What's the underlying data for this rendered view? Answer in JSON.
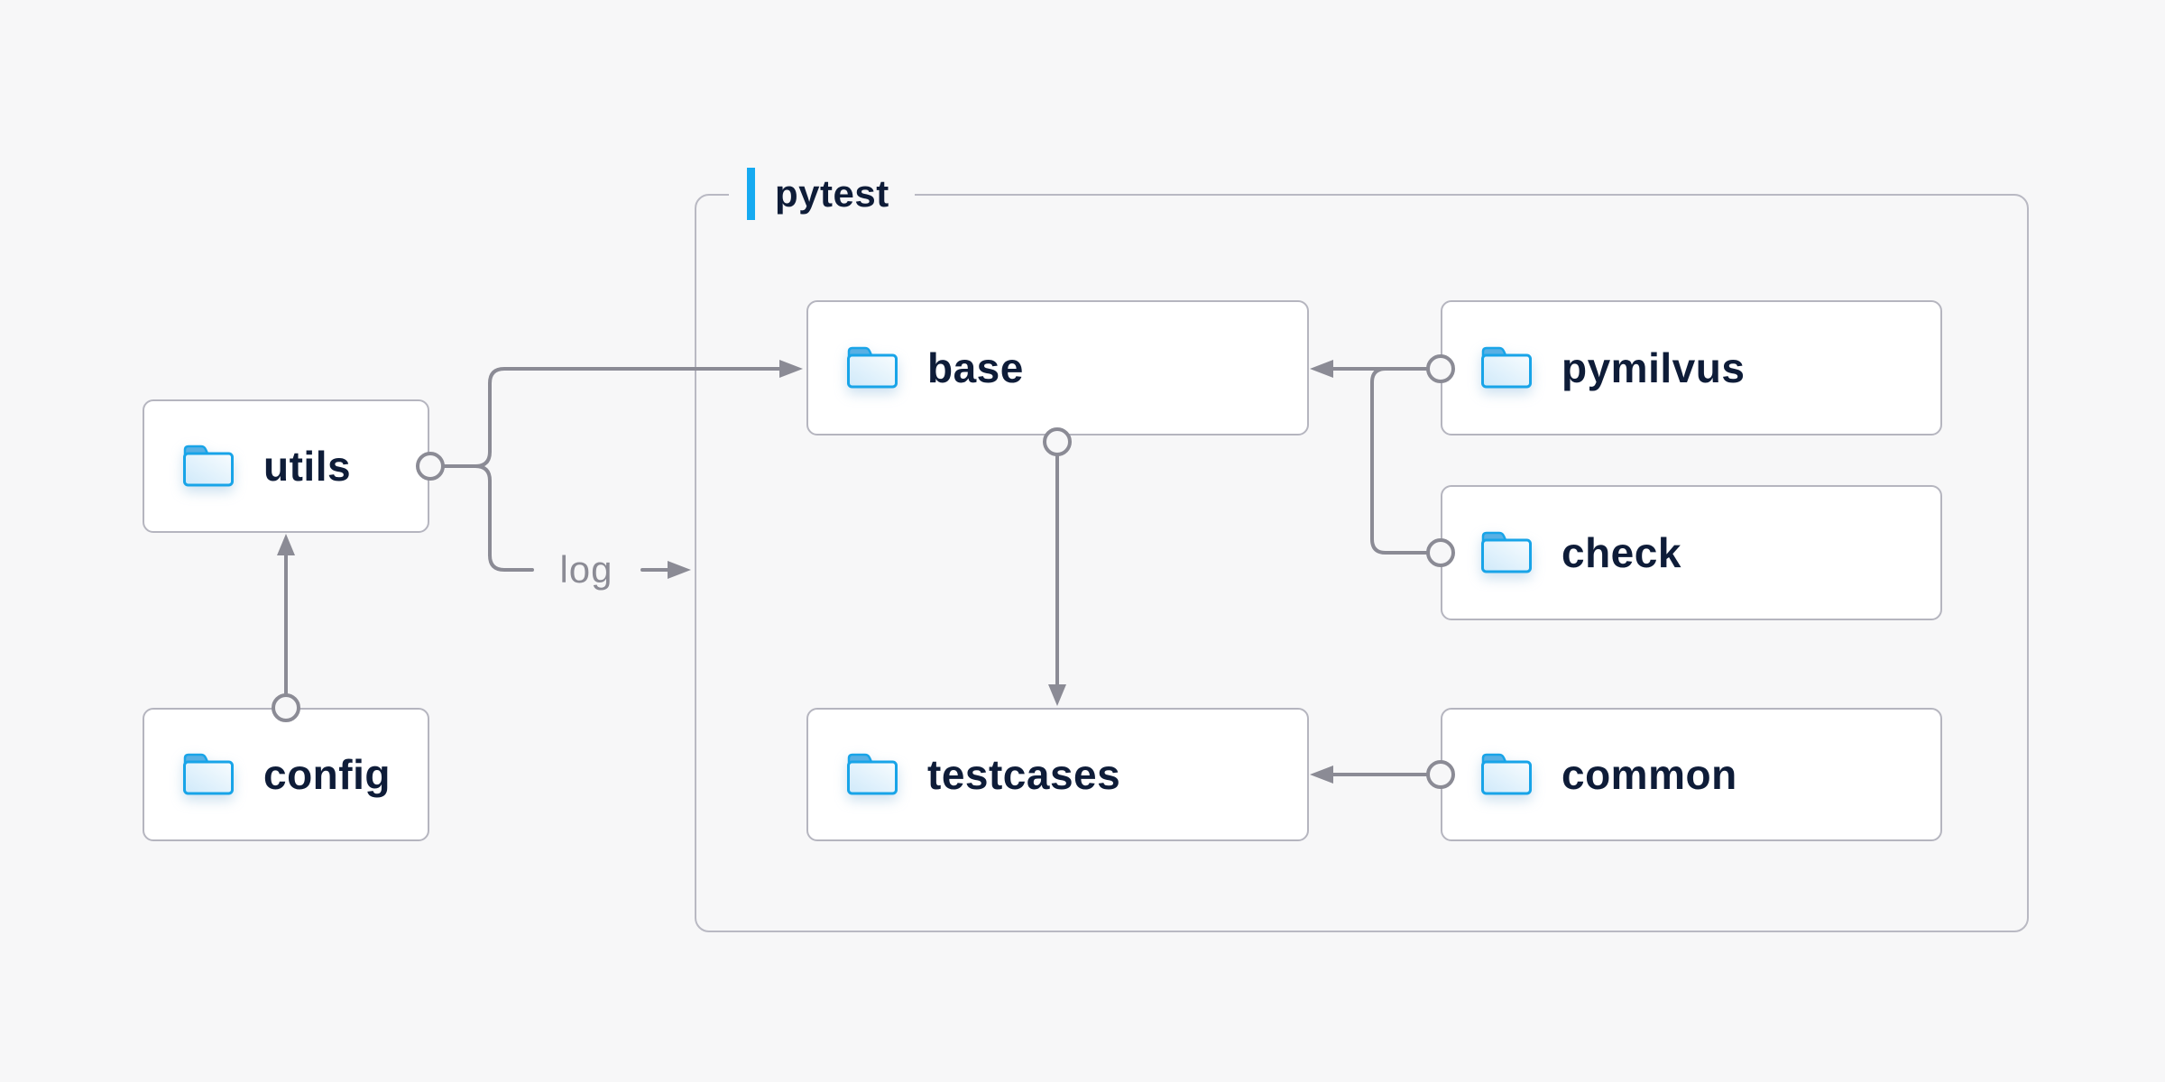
{
  "colors": {
    "page_bg": "#f7f7f8",
    "node_bg": "#ffffff",
    "node_border": "#b5b5bf",
    "group_border": "#b9b9c3",
    "connector": "#8b8b95",
    "label_navy": "#0e1c38",
    "accent_blue": "#16aaf1",
    "folder_stroke": "#18a4e8",
    "folder_tab": "#58b0e4",
    "folder_body_light": "#f8fcfe",
    "folder_body_dark": "#cfe9fa"
  },
  "group": {
    "label": "pytest"
  },
  "nodes": {
    "utils": {
      "label": "utils"
    },
    "config": {
      "label": "config"
    },
    "base": {
      "label": "base"
    },
    "pymilvus": {
      "label": "pymilvus"
    },
    "check": {
      "label": "check"
    },
    "testcases": {
      "label": "testcases"
    },
    "common": {
      "label": "common"
    }
  },
  "edges": {
    "log_label": "log"
  }
}
